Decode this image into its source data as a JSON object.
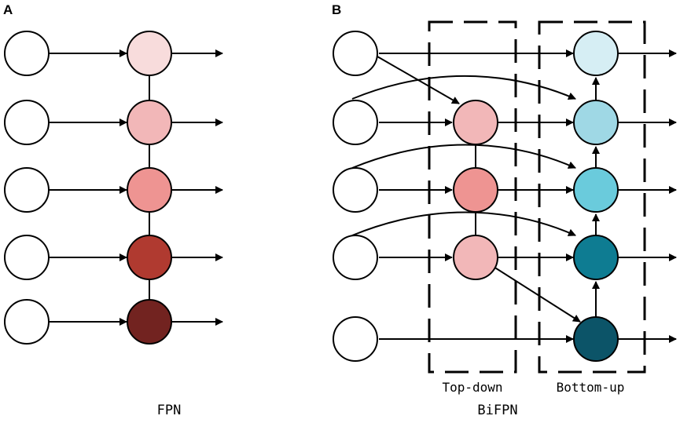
{
  "panels": {
    "a": {
      "letter": "A",
      "caption": "FPN"
    },
    "b": {
      "letter": "B",
      "caption": "BiFPN",
      "top_down_label": "Top-down",
      "bottom_up_label": "Bottom-up"
    }
  },
  "colors": {
    "input_node": "#ffffff",
    "fpn_nodes": [
      "#f8dcdc",
      "#f2b7b8",
      "#ee9492",
      "#b03a30",
      "#722320"
    ],
    "bifpn_td_nodes": [
      "#f2b7b8",
      "#ee9492",
      "#f2b7b8"
    ],
    "bifpn_bu_nodes": [
      "#d6eef4",
      "#9fd8e5",
      "#6acbdc",
      "#0e7c92",
      "#0c5468"
    ],
    "stroke": "#000000"
  }
}
